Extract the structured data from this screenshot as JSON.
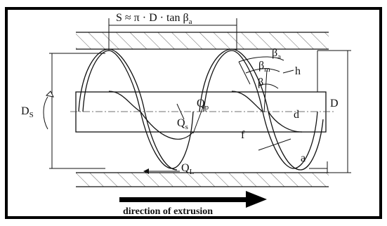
{
  "diagram": {
    "pitch_formula": "S ≈ π · D · tan β",
    "pitch_formula_sub": "a",
    "beta": "β",
    "beta_a_sub": "a",
    "beta_m_sub": "m",
    "label_h": "h",
    "label_D": "D",
    "label_d": "d",
    "label_a": "a",
    "label_f": "f",
    "label_Ds": "D",
    "label_Ds_sub": "S",
    "label_Q": "Q",
    "label_Qp_sub": "p",
    "label_Qs_sub": "s",
    "label_QL_sub": "L",
    "caption": "direction of extrusion"
  },
  "colors": {
    "frame": "#000000",
    "line": "#1a1a1a",
    "hatch": "#555555",
    "arrow": "#000000"
  }
}
